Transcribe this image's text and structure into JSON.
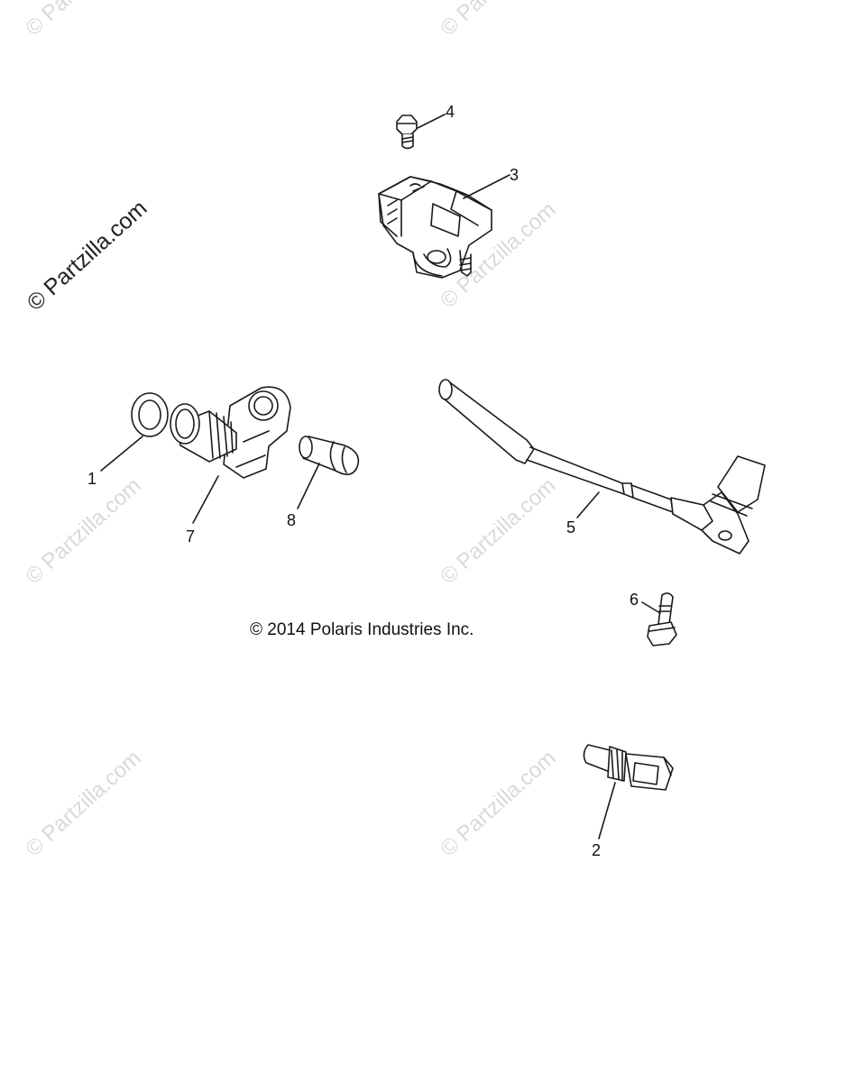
{
  "watermark": {
    "text": "© Partzilla.com",
    "main_text": "© Partzilla.com"
  },
  "copyright": "© 2014 Polaris Industries Inc.",
  "callouts": {
    "c1": "1",
    "c2": "2",
    "c3": "3",
    "c4": "4",
    "c5": "5",
    "c6": "6",
    "c7": "7",
    "c8": "8"
  },
  "colors": {
    "line": "#1a1a1a",
    "watermark": "#d9d9d9",
    "background": "#ffffff"
  },
  "icons": [
    "o-ring-icon",
    "temperature-sensor-icon",
    "map-sensor-icon",
    "bolt-icon",
    "speed-sensor-icon",
    "flange-bolt-icon",
    "cam-position-sensor-icon",
    "bushing-icon"
  ]
}
